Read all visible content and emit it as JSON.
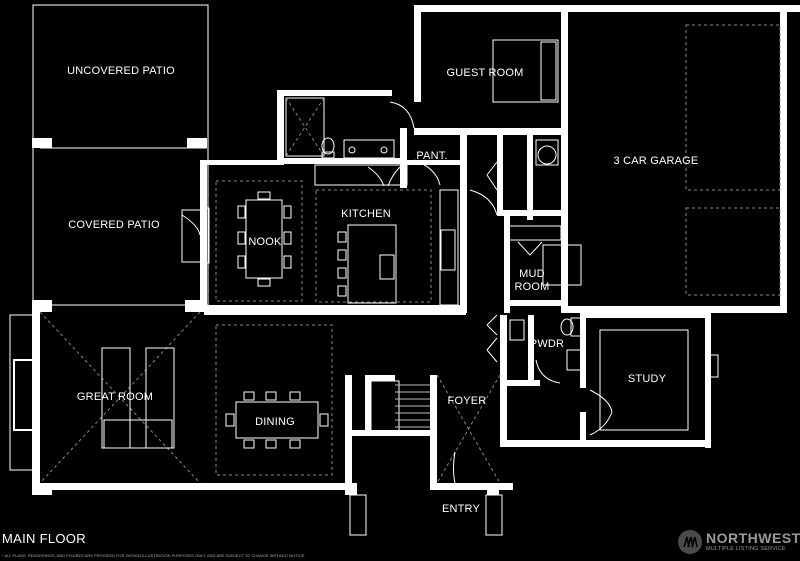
{
  "rooms": {
    "uncovered_patio": "UNCOVERED PATIO",
    "covered_patio": "COVERED PATIO",
    "guest_room": "GUEST ROOM",
    "garage": "3 CAR GARAGE",
    "pantry": "PANT.",
    "kitchen": "KITCHEN",
    "nook": "NOOK",
    "mud_room_line1": "MUD",
    "mud_room_line2": "ROOM",
    "powder": "PWDR",
    "study": "STUDY",
    "great_room": "GREAT ROOM",
    "dining": "DINING",
    "foyer": "FOYER",
    "entry": "ENTRY"
  },
  "title": "MAIN FLOOR",
  "disclaimer": "* ALL PLANS, RENDERINGS, AND FIGURES ARE PROVIDED FOR DESIGN ILLUSTRATION PURPOSES ONLY, AND ARE SUBJECT TO CHANGE WITHOUT NOTICE",
  "brand": {
    "name": "NORTHWEST",
    "sub": "MULTIPLE LISTING SERVICE",
    "logo_icon": "nwmls-logo-icon"
  },
  "colors": {
    "background": "#000000",
    "wall": "#ffffff",
    "detail": "#bfbfbf"
  }
}
